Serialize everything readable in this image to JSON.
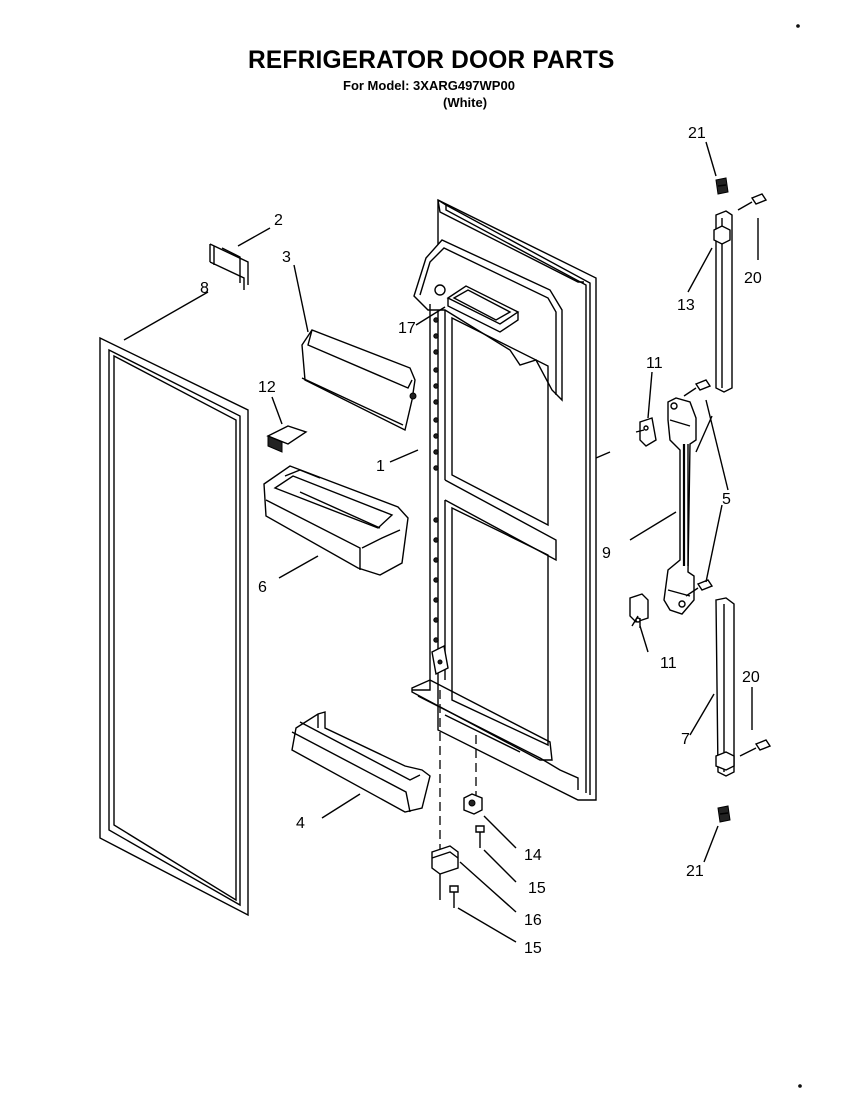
{
  "header": {
    "title": "REFRIGERATOR DOOR PARTS",
    "model_line": "For Model: 3XARG497WP00",
    "color_line": "(White)"
  },
  "callouts": {
    "c1": "1",
    "c2": "2",
    "c3": "3",
    "c4": "4",
    "c5": "5",
    "c6": "6",
    "c7": "7",
    "c8": "8",
    "c9": "9",
    "c11a": "11",
    "c11b": "11",
    "c12": "12",
    "c13": "13",
    "c14": "14",
    "c15a": "15",
    "c15b": "15",
    "c16": "16",
    "c17": "17",
    "c20a": "20",
    "c20b": "20",
    "c21a": "21",
    "c21b": "21"
  }
}
